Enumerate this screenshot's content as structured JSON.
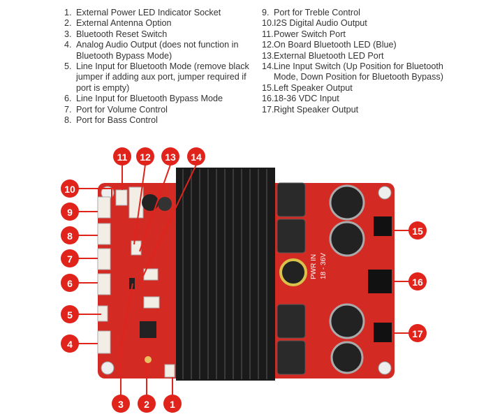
{
  "legend_left": [
    {
      "num": "1.",
      "text": "External Power LED Indicator Socket"
    },
    {
      "num": "2.",
      "text": "External Antenna Option"
    },
    {
      "num": "3.",
      "text": "Bluetooth Reset Switch"
    },
    {
      "num": "4.",
      "text": "Analog Audio Output (does not function in Bluetooth Bypass Mode)"
    },
    {
      "num": "5.",
      "text": "Line Input for Bluetooth Mode (remove black jumper if adding aux port, jumper required if port is empty)"
    },
    {
      "num": "6.",
      "text": "Line Input for Bluetooth Bypass Mode"
    },
    {
      "num": "7.",
      "text": "Port for Volume Control"
    },
    {
      "num": "8.",
      "text": "Port for Bass Control"
    }
  ],
  "legend_right": [
    {
      "num": "9.",
      "text": "Port for Treble Control"
    },
    {
      "num": "10.",
      "text": "I2S Digital Audio Output"
    },
    {
      "num": "11.",
      "text": "Power Switch Port"
    },
    {
      "num": "12.",
      "text": "On Board Bluetooth LED (Blue)"
    },
    {
      "num": "13.",
      "text": "External Bluetooth LED Port"
    },
    {
      "num": "14.",
      "text": "Line Input Switch (Up Position for Bluetooth Mode, Down Position for Bluetooth Bypass)"
    },
    {
      "num": "15.",
      "text": "Left Speaker Output"
    },
    {
      "num": "16.",
      "text": "18-36 VDC Input"
    },
    {
      "num": "17.",
      "text": "Right Speaker Output"
    }
  ],
  "callouts": [
    "1",
    "2",
    "3",
    "4",
    "5",
    "6",
    "7",
    "8",
    "9",
    "10",
    "11",
    "12",
    "13",
    "14",
    "15",
    "16",
    "17"
  ],
  "board_label": {
    "line1": "PWR IN",
    "line2": "18 - 36V"
  },
  "colors": {
    "callout": "#e0231b",
    "board": "#d42a24",
    "heatsink": "#1a1a1a"
  }
}
